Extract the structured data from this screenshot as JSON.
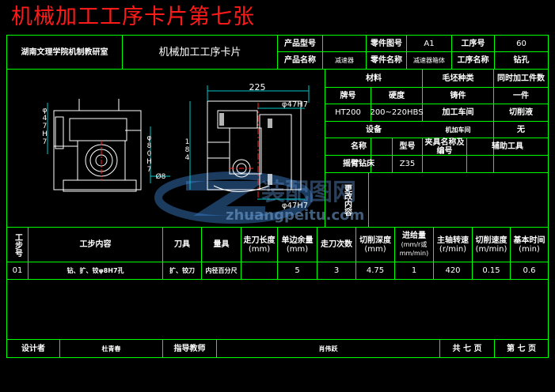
{
  "title": "机械加工工序卡片第七张",
  "header": {
    "school": "湖南文理学院机制教研室",
    "card_name": "机械加工工序卡片",
    "product_model_label": "产品型号",
    "product_model_value": "",
    "part_no_label": "零件图号",
    "part_no_value": "A1",
    "process_no_label": "工序号",
    "process_no_value": "60",
    "product_name_label": "产品名称",
    "product_name_value": "减速器",
    "part_name_label": "零件名称",
    "part_name_value": "减速器箱体",
    "process_name_label": "工序名称",
    "process_name_value": "钻孔"
  },
  "info": {
    "material_label": "材料",
    "blank_type_label": "毛坯种类",
    "part_count_label": "同时加工件数",
    "grade_label": "牌号",
    "hardness_label": "硬度",
    "blank_type_value": "铸件",
    "part_count_value": "一件",
    "grade_value": "HT200",
    "hardness_value": "200~220HBS",
    "workshop_label": "加工车间",
    "coolant_label": "切削液",
    "equipment_label": "设备",
    "machine_no_label": "机加车间",
    "coolant_value": "无",
    "name_label": "名称",
    "model_label": "型号",
    "fixture_label": "夹具名称及编号",
    "aux_tool_label": "辅助工具",
    "machine_name": "摇臂钻床",
    "machine_model": "Z35",
    "change_content_label": "更改内容"
  },
  "drawing": {
    "dim_225": "225",
    "dim_47h7_top": "φ47H7",
    "dim_47h7_left": "φ47H7",
    "dim_80h7": "φ80H7",
    "dim_184": "184",
    "dim_8": "Ø8",
    "dim_47h7_bottom": "φ47H7"
  },
  "steps_table": {
    "headers": {
      "step_no": "工步号",
      "step_content": "工步内容",
      "cutter": "刀具",
      "gauge": "量具",
      "feed_length": "走刀长度",
      "feed_length_unit": "(mm)",
      "allowance": "单边余量",
      "allowance_unit": "(mm)",
      "passes": "走刀次数",
      "cut_depth": "切削深度",
      "cut_depth_unit": "(mm)",
      "feed": "进给量",
      "feed_unit": "(mm/r或mm/min)",
      "spindle_speed": "主轴转速",
      "spindle_speed_unit": "(r/min)",
      "cut_speed": "切削速度",
      "cut_speed_unit": "(m/min)",
      "base_time": "基本时间",
      "base_time_unit": "(min)"
    },
    "rows": [
      {
        "step_no": "01",
        "content": "钻、扩、铰φ8H7孔",
        "cutter": "扩、铰刀",
        "gauge": "内径百分尺",
        "feed_length": "",
        "allowance": "5",
        "passes": "3",
        "cut_depth": "4.75",
        "feed": "1",
        "spindle_speed": "420",
        "cut_speed": "0.15",
        "base_time": "0.6"
      }
    ]
  },
  "footer": {
    "designer_label": "设计者",
    "designer_value": "杜青春",
    "advisor_label": "指导教师",
    "advisor_value": "肖伟跃",
    "total_pages": "共 七 页",
    "page_no": "第 七 页"
  },
  "watermark": {
    "text": "zhuangpeitu.com",
    "cn": "装配图网"
  },
  "colors": {
    "border": "#00ff00",
    "title": "#ff1a1a",
    "drawing_line": "#ffffff",
    "dimension_line": "#00c8c8",
    "center_line": "#ff2020",
    "background": "#000000"
  }
}
